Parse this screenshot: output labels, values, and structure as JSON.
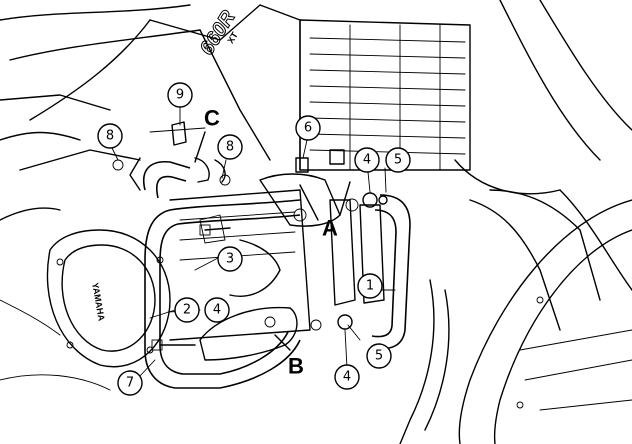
{
  "engine_brand": "YAMAHA",
  "model_badge": "660R",
  "model_sub": "XT",
  "colors": {
    "ink": "#000000",
    "paper": "#ffffff"
  },
  "callouts": [
    {
      "id": "c9",
      "label": "9"
    },
    {
      "id": "c8a",
      "label": "8"
    },
    {
      "id": "c8b",
      "label": "8"
    },
    {
      "id": "c6",
      "label": "6"
    },
    {
      "id": "c4a",
      "label": "4"
    },
    {
      "id": "c5a",
      "label": "5"
    },
    {
      "id": "c3",
      "label": "3"
    },
    {
      "id": "c2",
      "label": "2"
    },
    {
      "id": "c4b",
      "label": "4"
    },
    {
      "id": "c1",
      "label": "1"
    },
    {
      "id": "c4c",
      "label": "4"
    },
    {
      "id": "c5b",
      "label": "5"
    },
    {
      "id": "c7",
      "label": "7"
    }
  ],
  "letters": [
    {
      "id": "A",
      "label": "A"
    },
    {
      "id": "B",
      "label": "B"
    },
    {
      "id": "C",
      "label": "C"
    }
  ]
}
